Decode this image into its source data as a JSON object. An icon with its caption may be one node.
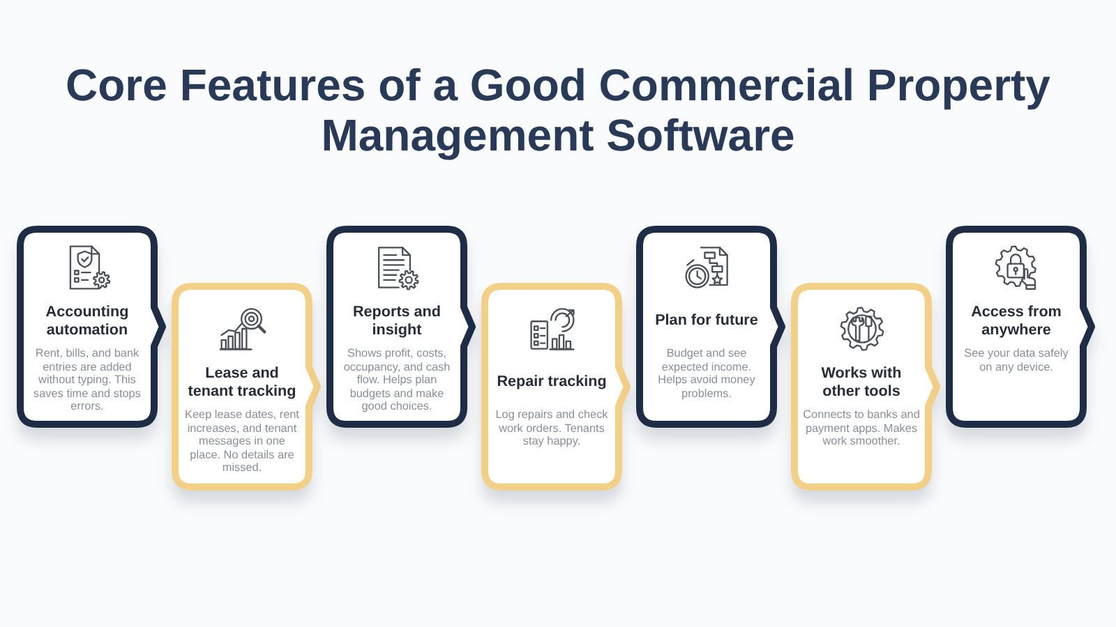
{
  "diagram": {
    "title": "Core Features of a Good Commercial Property Management Software",
    "nodes": [
      {
        "text": [
          "Accounting automation",
          "Rent, bills, and bank entries are added without typing. This saves time and stops errors."
        ]
      },
      {
        "text": [
          "Lease and tenant tracking",
          "Keep lease dates, rent increases, and tenant messages in one place. No details are missed."
        ]
      },
      {
        "text": [
          "Reports and insight",
          "Shows profit, costs, occupancy, and cash flow. Helps plan budgets and make good choices."
        ]
      },
      {
        "text": [
          "Repair tracking",
          "Log repairs and check work orders. Tenants stay happy."
        ]
      },
      {
        "text": [
          "Plan for future",
          "Budget and see expected income. Helps avoid money problems."
        ]
      },
      {
        "text": [
          "Works with other tools",
          "Connects to banks and payment apps. Makes work smoother."
        ]
      },
      {
        "text": [
          "Access from anywhere",
          "See your data safely on any device."
        ]
      }
    ]
  }
}
